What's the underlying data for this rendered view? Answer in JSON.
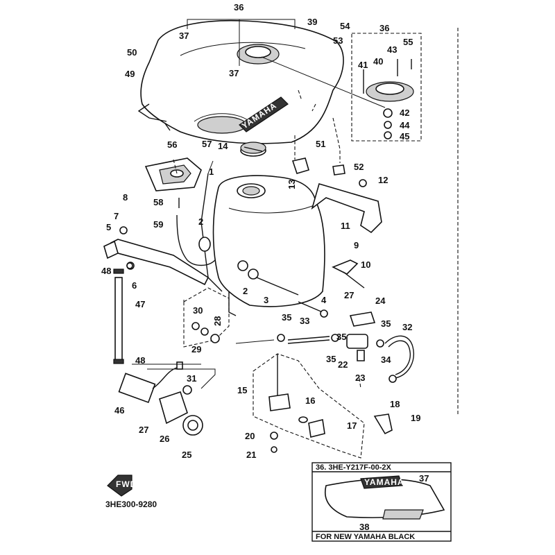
{
  "diagram": {
    "drawing_code": "3HE300-9280",
    "fwd_marker": "FWD",
    "tank_logo": "YAMAHA",
    "inset": {
      "header": "36.  3HE-Y217F-00-2X",
      "footer": "FOR NEW YAMAHA BLACK",
      "logo": "YAMAHA"
    },
    "callouts": [
      "1",
      "2",
      "2",
      "3",
      "4",
      "5",
      "6",
      "7",
      "8",
      "9",
      "10",
      "11",
      "12",
      "13",
      "14",
      "15",
      "16",
      "17",
      "18",
      "19",
      "20",
      "21",
      "22",
      "23",
      "24",
      "25",
      "26",
      "27",
      "27",
      "28",
      "29",
      "30",
      "31",
      "32",
      "33",
      "34",
      "35",
      "35",
      "35",
      "35",
      "36",
      "36",
      "37",
      "37",
      "37",
      "38",
      "39",
      "40",
      "41",
      "42",
      "43",
      "44",
      "45",
      "46",
      "47",
      "48",
      "48",
      "49",
      "50",
      "51",
      "52",
      "53",
      "54",
      "55",
      "56",
      "57",
      "58",
      "59"
    ]
  }
}
